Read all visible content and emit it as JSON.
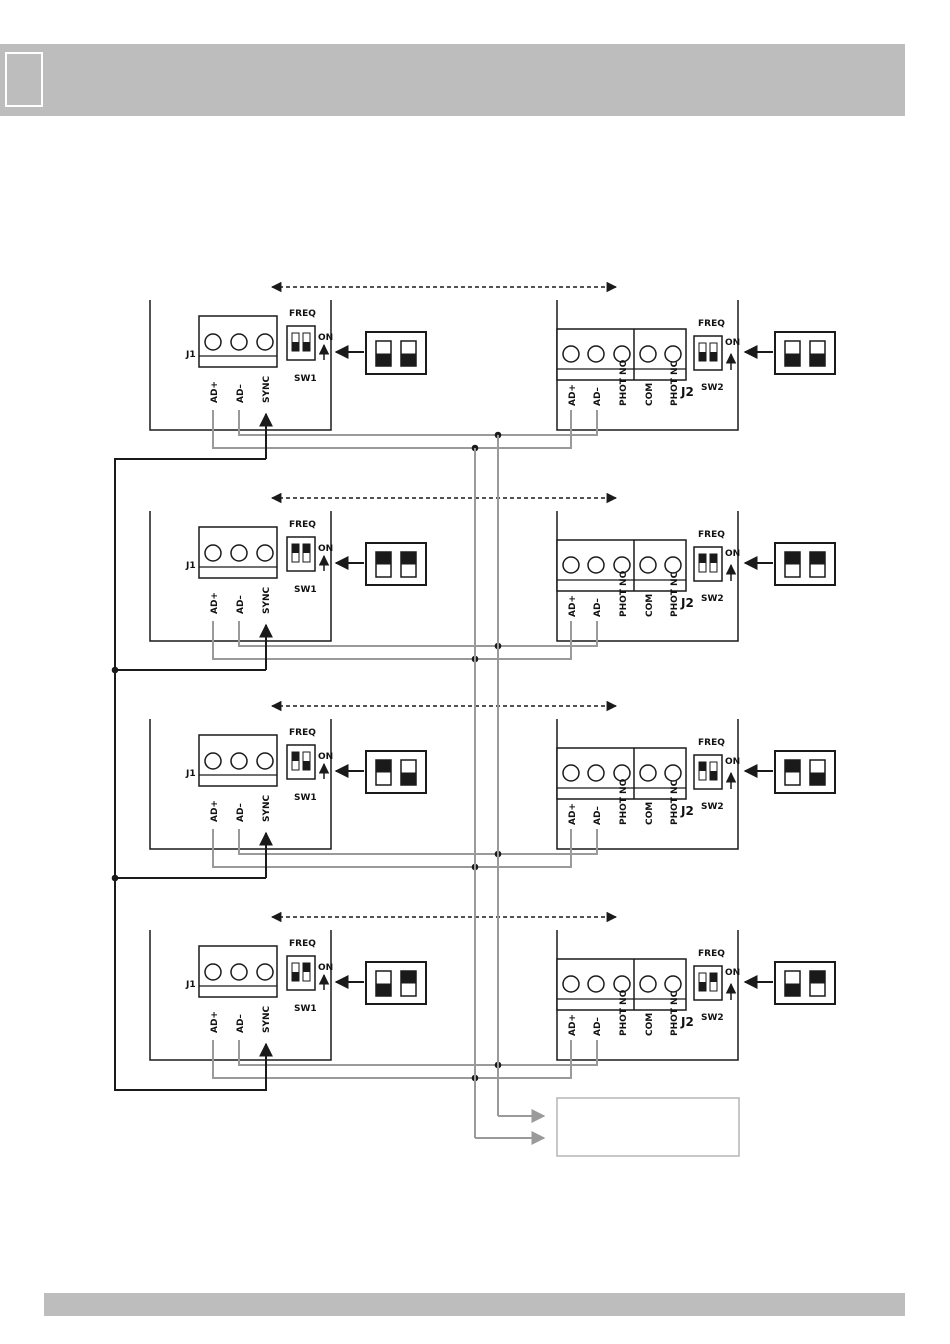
{
  "colors": {
    "band": "#bdbdbd",
    "wire_black": "#1a1a1a",
    "wire_grey": "#9a9a9a",
    "output_box_border": "#b5b5b5"
  },
  "tx_labels": {
    "connector": "J1",
    "freq": "FREQ",
    "on": "ON",
    "switch": "SW1",
    "terminals": [
      "AD+",
      "AD–",
      "SYNC"
    ]
  },
  "rx_labels": {
    "connector": "J2",
    "freq": "FREQ",
    "on": "ON",
    "switch": "SW2",
    "terminals": [
      "AD+",
      "AD–",
      "PHOT NO",
      "COM",
      "PHOT NC"
    ]
  },
  "pairs": [
    {
      "tx_dip": [
        "off",
        "off"
      ],
      "rx_dip": [
        "off",
        "off"
      ]
    },
    {
      "tx_dip": [
        "on",
        "on"
      ],
      "rx_dip": [
        "on",
        "on"
      ]
    },
    {
      "tx_dip": [
        "on",
        "off"
      ],
      "rx_dip": [
        "on",
        "off"
      ]
    },
    {
      "tx_dip": [
        "off",
        "on"
      ],
      "rx_dip": [
        "off",
        "on"
      ]
    }
  ]
}
